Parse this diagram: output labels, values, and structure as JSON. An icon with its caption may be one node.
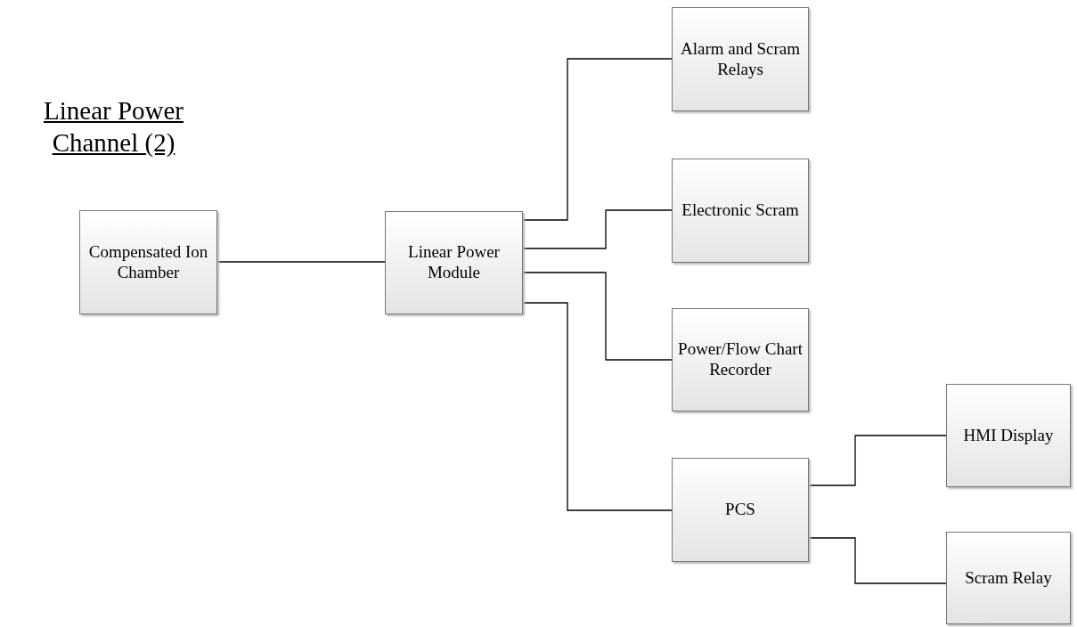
{
  "diagram": {
    "title": "Linear Power Channel (2)",
    "nodes": [
      {
        "text": [
          "Compensated Ion Chamber"
        ]
      },
      {
        "text": [
          "Linear Power Module"
        ]
      },
      {
        "text": [
          "Alarm and Scram Relays"
        ]
      },
      {
        "text": [
          "Electronic Scram"
        ]
      },
      {
        "text": [
          "Power/Flow Chart Recorder"
        ]
      },
      {
        "text": [
          "PCS"
        ]
      },
      {
        "text": [
          "HMI Display"
        ]
      },
      {
        "text": [
          "Scram Relay"
        ]
      }
    ],
    "edges": [
      {
        "from": 0,
        "to": 1,
        "arrow": "none"
      },
      {
        "from": 1,
        "to": 2,
        "arrow": "none"
      },
      {
        "from": 1,
        "to": 3,
        "arrow": "none"
      },
      {
        "from": 1,
        "to": 4,
        "arrow": "none"
      },
      {
        "from": 1,
        "to": 5,
        "arrow": "none"
      },
      {
        "from": 5,
        "to": 6,
        "arrow": "none"
      },
      {
        "from": 5,
        "to": 7,
        "arrow": "none"
      }
    ]
  }
}
